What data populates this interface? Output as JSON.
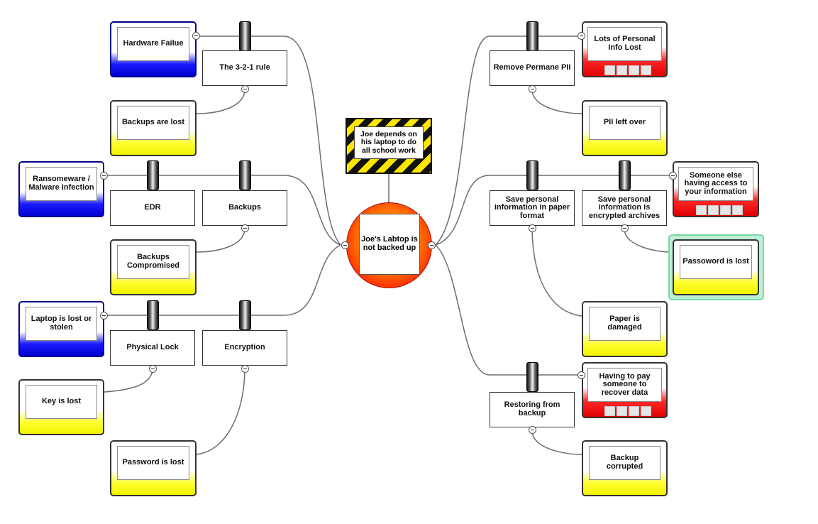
{
  "hazard": {
    "text": "Joe depends on his laptop to do all school work"
  },
  "top_event": {
    "text": "Joe's Labtop is not backed up"
  },
  "threats": [
    {
      "text": "Hardware Failue"
    },
    {
      "text": "Ransomeware / Malware Infection"
    },
    {
      "text": "Laptop is lost or stolen"
    }
  ],
  "left_barriers": [
    {
      "text": "The 3-2-1 rule"
    },
    {
      "text": "EDR"
    },
    {
      "text": "Backups"
    },
    {
      "text": "Physical Lock"
    },
    {
      "text": "Encryption"
    }
  ],
  "left_escalations": [
    {
      "text": "Backups are lost"
    },
    {
      "text": "Backups Compromised"
    },
    {
      "text": "Key is lost"
    },
    {
      "text": "Password is lost"
    }
  ],
  "right_barriers": [
    {
      "text": "Remove Permane PII"
    },
    {
      "text": "Save personal information in paper format"
    },
    {
      "text": "Save personal information is encrypted archives"
    },
    {
      "text": "Restoring from backup"
    }
  ],
  "consequences": [
    {
      "text": "Lots of Personal Info Lost"
    },
    {
      "text": "Someone else having access to your information"
    },
    {
      "text": "Having to pay someone to recover data"
    }
  ],
  "right_escalations": [
    {
      "text": "PII left over"
    },
    {
      "text": "Passoword is lost"
    },
    {
      "text": "Paper is damaged"
    },
    {
      "text": "Backup corrupted"
    }
  ],
  "colors": {
    "threat": "#0000d0",
    "consequence": "#e00000",
    "escalation": "#f2f200",
    "hazard_stripe": "#ffe600",
    "selection": "#7ad8a8"
  }
}
